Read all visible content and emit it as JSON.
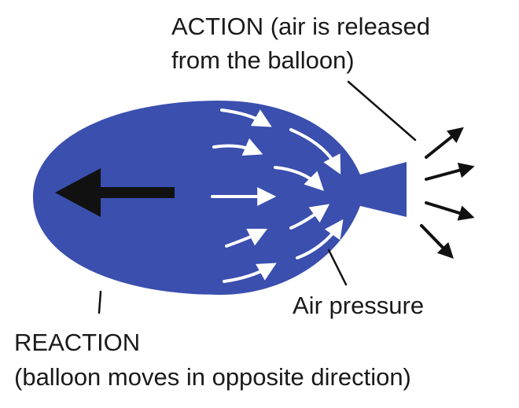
{
  "labels": {
    "action_line1": "ACTION (air is released",
    "action_line2": "from the balloon)",
    "reaction_line1": "REACTION",
    "reaction_line2": "(balloon moves in opposite direction)",
    "air_pressure": "Air pressure"
  },
  "colors": {
    "balloon": "#3a4fae",
    "arrow_black": "#111111",
    "arrow_white": "#ffffff",
    "text": "#1a1a1a"
  }
}
